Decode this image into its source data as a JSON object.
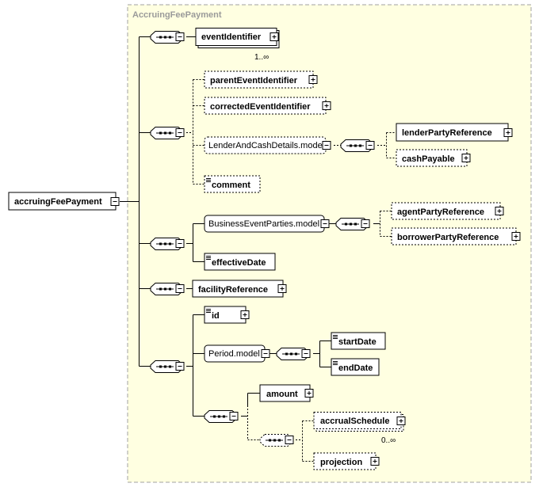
{
  "group": {
    "title": "AccruingFeePayment"
  },
  "root": {
    "label": "accruingFeePayment"
  },
  "elements": {
    "eventIdentifier": "eventIdentifier",
    "eventIdentifier_card": "1..∞",
    "parentEventIdentifier": "parentEventIdentifier",
    "correctedEventIdentifier": "correctedEventIdentifier",
    "lenderAndCashDetailsModel": "LenderAndCashDetails.model",
    "lenderPartyReference": "lenderPartyReference",
    "cashPayable": "cashPayable",
    "comment": "comment",
    "businessEventPartiesModel": "BusinessEventParties.model",
    "agentPartyReference": "agentPartyReference",
    "borrowerPartyReference": "borrowerPartyReference",
    "effectiveDate": "effectiveDate",
    "facilityReference": "facilityReference",
    "id": "id",
    "periodModel": "Period.model",
    "startDate": "startDate",
    "endDate": "endDate",
    "amount": "amount",
    "accrualSchedule": "accrualSchedule",
    "accrualSchedule_card": "0..∞",
    "projection": "projection"
  },
  "icons": {
    "expand": "plus-box-icon",
    "collapse": "minus-box-icon",
    "sequence": "sequence-compositor-icon",
    "documentation": "documentation-icon"
  },
  "colors": {
    "group_fill": "#ffffe1",
    "group_border": "#a0a0a0",
    "line": "#000000"
  }
}
